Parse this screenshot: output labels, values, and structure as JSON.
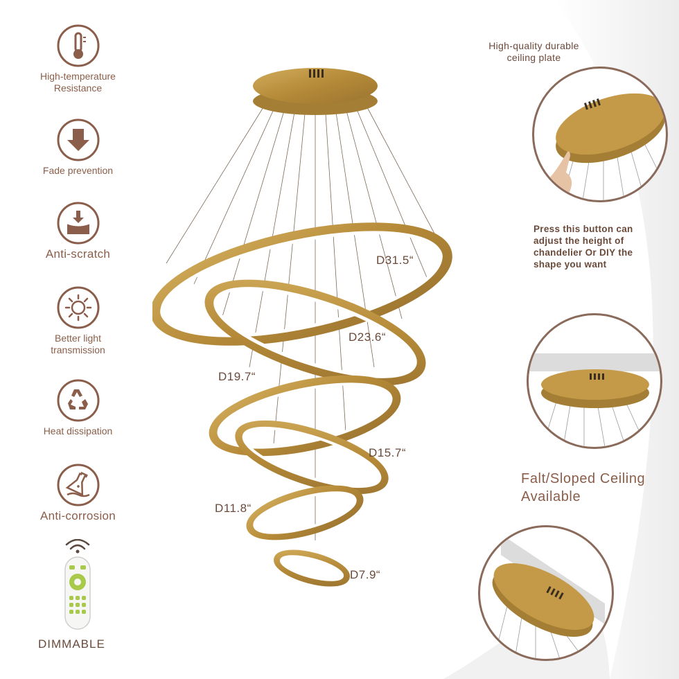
{
  "features": [
    {
      "icon": "thermometer-icon",
      "label": "High-temperature Resistance"
    },
    {
      "icon": "down-arrow-icon",
      "label": "Fade prevention"
    },
    {
      "icon": "anti-scratch-icon",
      "label": "Anti-scratch"
    },
    {
      "icon": "sun-icon",
      "label": "Better light transmission"
    },
    {
      "icon": "recycle-icon",
      "label": "Heat dissipation"
    },
    {
      "icon": "flask-icon",
      "label": "Anti-corrosion"
    }
  ],
  "dimmable_label": "DIMMABLE",
  "dimensions": {
    "d1": "D31.5“",
    "d2": "D23.6“",
    "d3": "D19.7“",
    "d4": "D15.7“",
    "d5": "D11.8“",
    "d6": "D7.9“"
  },
  "callouts": {
    "plate_caption": "High-quality durable ceiling plate",
    "button_caption": "Press this button can adjust the height of chandelier Or DIY the shape you want",
    "ceiling_caption": "Falt/Sloped Ceiling Available"
  },
  "colors": {
    "accent": "#8a5e4a",
    "gold": "#b8903e",
    "ring_inner": "#ffffff"
  }
}
